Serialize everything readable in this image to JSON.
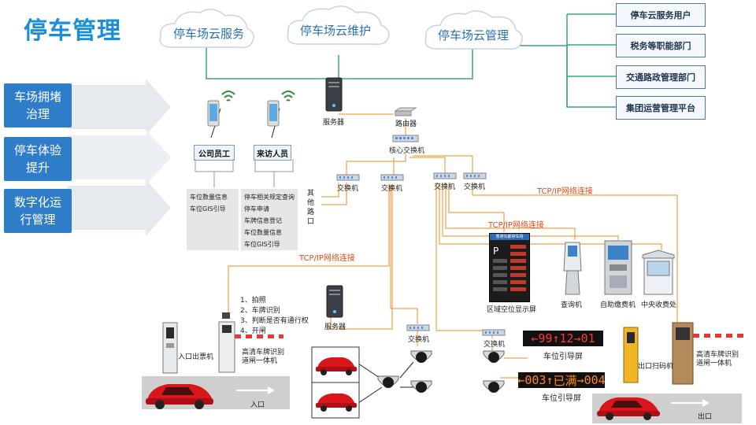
{
  "title": "停车管理",
  "clouds": [
    "停车场云服务",
    "停车场云维护",
    "停车场云管理"
  ],
  "right_users": [
    "停车云服务用户",
    "税务等职能部门",
    "交通路政管理部门",
    "集团运营管理平台"
  ],
  "benefits": [
    {
      "line1": "车场拥堵",
      "line2": "治理"
    },
    {
      "line1": "停车体验",
      "line2": "提升"
    },
    {
      "line1": "数字化运",
      "line2": "行管理"
    }
  ],
  "roles": {
    "staff": "公司员工",
    "visitor": "来访人员"
  },
  "staff_features": [
    "车位数量信息",
    "车位GIS引导"
  ],
  "visitor_features": [
    "停车相关规定查询",
    "停车申请",
    "车牌信息登记",
    "车位数量信息",
    "车位GIS引导"
  ],
  "devices": {
    "server_top": "服务器",
    "router": "路由器",
    "core_switch": "核心交换机",
    "switch": "交换机",
    "other_ports": [
      "其",
      "他",
      "路",
      "口"
    ],
    "server_mid": "服务器",
    "area_screen": "区域空位显示屏",
    "kiosk": "查询机",
    "payment": "自助缴费机",
    "booth": "中央收费处",
    "entry_ticket": "入口出票机",
    "exit_scanner": "出口扫码机",
    "gate_entry": [
      "高清车牌识别",
      "道闸一体机"
    ],
    "gate_exit": [
      "高清车牌识别",
      "道闸一体机"
    ],
    "guide_screen": "车位引导屏"
  },
  "tcp_labels": [
    "TCP/IP网络连接",
    "TCP/IP网络连接",
    "TCP/IP网络连接"
  ],
  "steps": [
    "1、拍照",
    "2、车牌识别",
    "3、判断是否有通行权",
    "4、开闸"
  ],
  "led_top": {
    "left": "99",
    "mid": "12",
    "right": "01"
  },
  "led_bottom": {
    "left": "003",
    "mid": "已满",
    "right": "004"
  },
  "screen_header": "香港东都停车场",
  "road": {
    "entry": "入口",
    "exit": "出口"
  },
  "colors": {
    "accent": "#1a8fd8",
    "benefit": "#2f7cc8",
    "net_line": "#f0a14a",
    "cloud_line": "#3aa67a",
    "tcp": "#e04a1a"
  }
}
